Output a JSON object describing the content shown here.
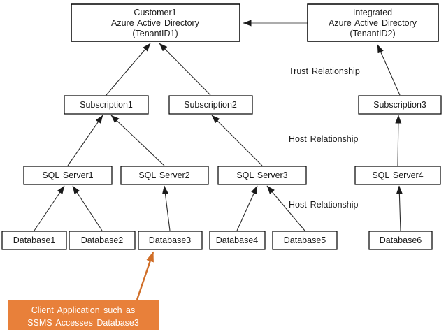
{
  "nodes": {
    "customer_aad": {
      "lines": [
        "Customer1",
        "Azure Active Directory",
        "(TenantID1)"
      ]
    },
    "integrated_aad": {
      "lines": [
        "Integrated",
        "Azure Active Directory",
        "(TenantID2)"
      ]
    },
    "subscription1": {
      "label": "Subscription1"
    },
    "subscription2": {
      "label": "Subscription2"
    },
    "subscription3": {
      "label": "Subscription3"
    },
    "sql_server1": {
      "label": "SQL Server1"
    },
    "sql_server2": {
      "label": "SQL Server2"
    },
    "sql_server3": {
      "label": "SQL Server3"
    },
    "sql_server4": {
      "label": "SQL Server4"
    },
    "database1": {
      "label": "Database1"
    },
    "database2": {
      "label": "Database2"
    },
    "database3": {
      "label": "Database3"
    },
    "database4": {
      "label": "Database4"
    },
    "database5": {
      "label": "Database5"
    },
    "database6": {
      "label": "Database6"
    }
  },
  "relationship_labels": {
    "trust": "Trust Relationship",
    "host_upper": "Host Relationship",
    "host_lower": "Host Relationship"
  },
  "callout": {
    "line1": "Client Application such as",
    "line2": "SSMS Accesses Database3"
  },
  "edges": [
    {
      "from": "integrated_aad",
      "to": "customer_aad"
    },
    {
      "from": "subscription1",
      "to": "customer_aad"
    },
    {
      "from": "subscription2",
      "to": "customer_aad"
    },
    {
      "from": "subscription3",
      "to": "integrated_aad"
    },
    {
      "from": "sql_server1",
      "to": "subscription1"
    },
    {
      "from": "sql_server2",
      "to": "subscription1"
    },
    {
      "from": "sql_server3",
      "to": "subscription2"
    },
    {
      "from": "sql_server4",
      "to": "subscription3"
    },
    {
      "from": "database1",
      "to": "sql_server1"
    },
    {
      "from": "database2",
      "to": "sql_server1"
    },
    {
      "from": "database3",
      "to": "sql_server2"
    },
    {
      "from": "database4",
      "to": "sql_server3"
    },
    {
      "from": "database5",
      "to": "sql_server3"
    },
    {
      "from": "database6",
      "to": "sql_server4"
    },
    {
      "from": "callout",
      "to": "database3"
    }
  ],
  "colors": {
    "accent_orange": "#E8803A",
    "callout_arrow_orange": "#D06E28",
    "relationship_label_gray": "#A6A6A6",
    "connector_black": "#2B2B2B",
    "node_fill": "#FFFFFF",
    "node_border": "#000000",
    "callout_text": "#FFFFFF"
  }
}
